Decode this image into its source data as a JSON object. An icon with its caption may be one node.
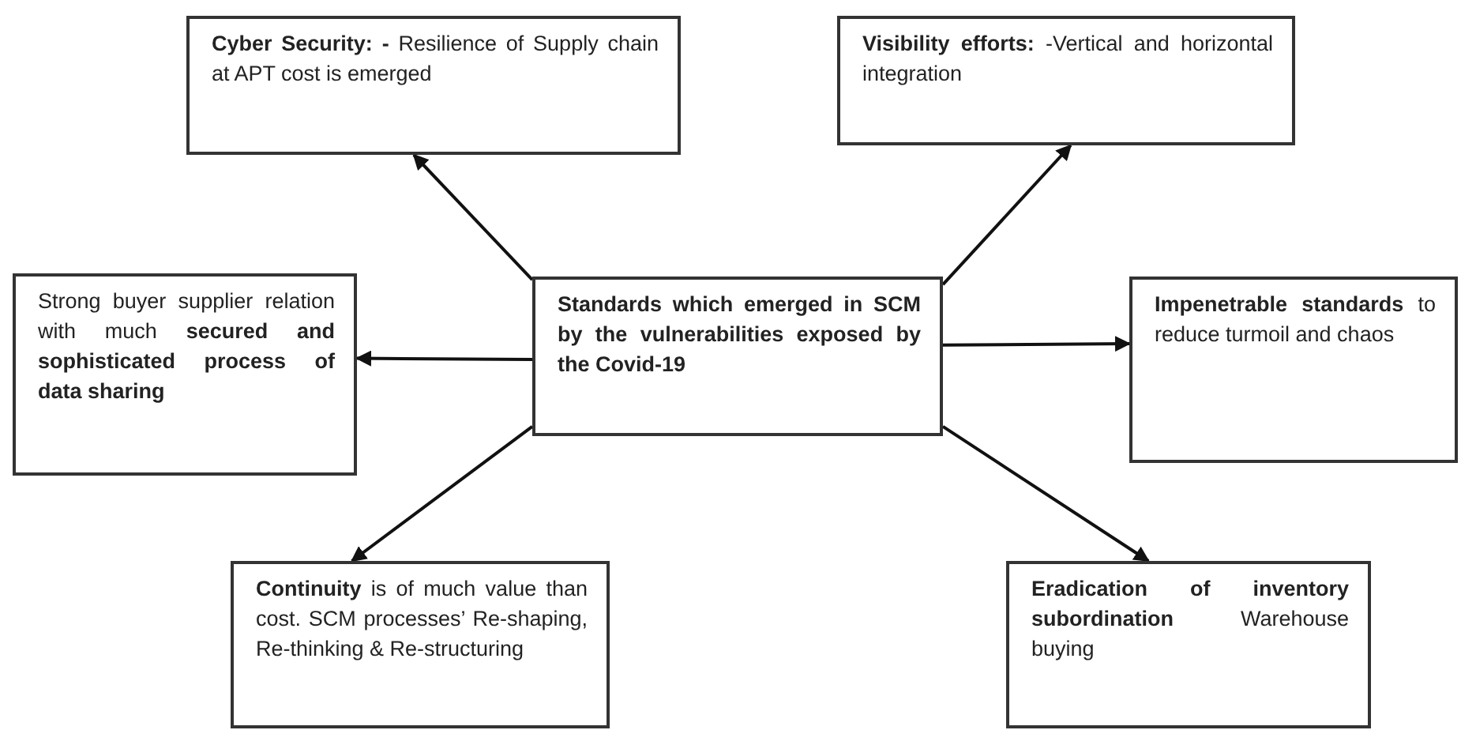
{
  "diagram": {
    "nodes": [
      {
        "text": [
          "**Cyber Security: -** Resilience of Supply chain at APT cost is emerged"
        ]
      },
      {
        "text": [
          "**Visibility efforts:** -Vertical and horizontal integration"
        ]
      },
      {
        "text": [
          "Strong buyer supplier relation with much **secured and sophisticated process of data sharing**"
        ]
      },
      {
        "text": [
          "Standards which emerged in SCM by the vulnerabilities exposed by the Covid-19"
        ]
      },
      {
        "text": [
          "**Impenetrable standards** to reduce turmoil and chaos"
        ]
      },
      {
        "text": [
          "**Continuity** is of much value than cost. SCM processes’ Re-shaping, Re-thinking & Re-structuring"
        ]
      },
      {
        "text": [
          "**Eradication of inventory subordination** Warehouse buying"
        ]
      }
    ],
    "edges": [
      {
        "from": 3,
        "to": 0,
        "arrow": "to"
      },
      {
        "from": 3,
        "to": 1,
        "arrow": "to"
      },
      {
        "from": 3,
        "to": 2,
        "arrow": "to"
      },
      {
        "from": 3,
        "to": 4,
        "arrow": "to"
      },
      {
        "from": 3,
        "to": 5,
        "arrow": "to"
      },
      {
        "from": 3,
        "to": 6,
        "arrow": "to"
      }
    ]
  }
}
